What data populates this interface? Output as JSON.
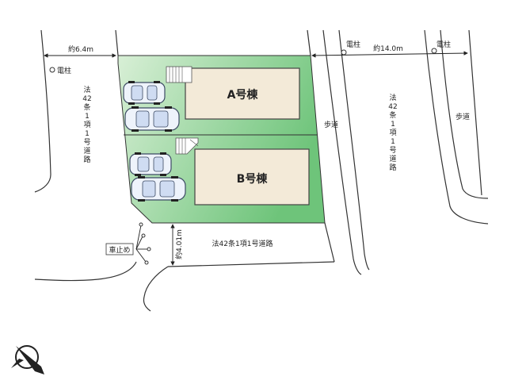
{
  "lot": {
    "building_a_label": "A号棟",
    "building_b_label": "B号棟",
    "fill_color": "#6ec47a",
    "fill_color_light": "#d8efd6",
    "building_color": "#f3ead8"
  },
  "roads": {
    "left_road_label": "法42条1項1号道路",
    "bottom_road_label": "法42条1項1号道路",
    "right_road_label": "法42条1項1号道路",
    "sidewalk_label_1": "歩道",
    "sidewalk_label_2": "歩道"
  },
  "dimensions": {
    "left_width": "約6.4m",
    "right_width": "約14.0m",
    "bottom_width": "約4.01m"
  },
  "poles": {
    "label_left": "電柱",
    "label_right_1": "電柱",
    "label_right_2": "電柱"
  },
  "bollard": {
    "label": "車止め"
  },
  "icons": {
    "compass": "north-arrow-icon",
    "car": "car-icon",
    "stairs": "stairs-icon",
    "pole": "utility-pole-icon"
  }
}
